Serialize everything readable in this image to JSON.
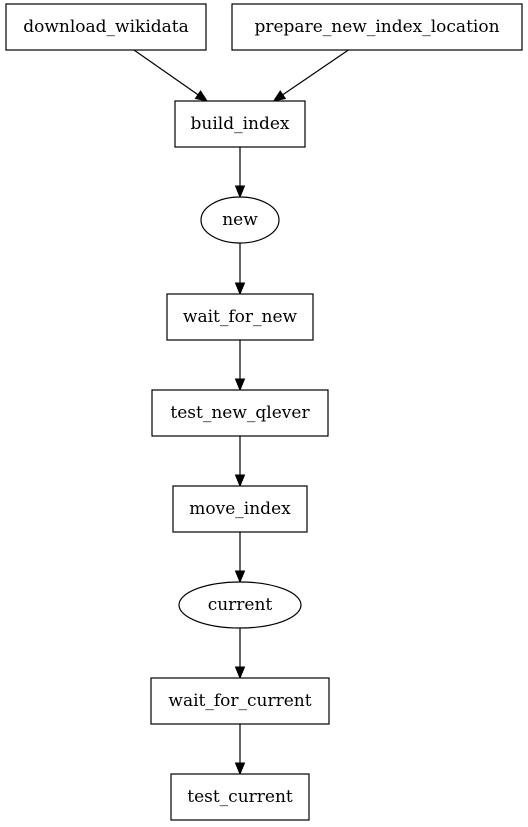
{
  "diagram": {
    "nodes": [
      {
        "id": "download_wikidata",
        "label": "download_wikidata",
        "shape": "box"
      },
      {
        "id": "prepare_new_index_location",
        "label": "prepare_new_index_location",
        "shape": "box"
      },
      {
        "id": "build_index",
        "label": "build_index",
        "shape": "box"
      },
      {
        "id": "new",
        "label": "new",
        "shape": "ellipse"
      },
      {
        "id": "wait_for_new",
        "label": "wait_for_new",
        "shape": "box"
      },
      {
        "id": "test_new_qlever",
        "label": "test_new_qlever",
        "shape": "box"
      },
      {
        "id": "move_index",
        "label": "move_index",
        "shape": "box"
      },
      {
        "id": "current",
        "label": "current",
        "shape": "ellipse"
      },
      {
        "id": "wait_for_current",
        "label": "wait_for_current",
        "shape": "box"
      },
      {
        "id": "test_current",
        "label": "test_current",
        "shape": "box"
      }
    ],
    "edges": [
      {
        "from": "download_wikidata",
        "to": "build_index"
      },
      {
        "from": "prepare_new_index_location",
        "to": "build_index"
      },
      {
        "from": "build_index",
        "to": "new"
      },
      {
        "from": "new",
        "to": "wait_for_new"
      },
      {
        "from": "wait_for_new",
        "to": "test_new_qlever"
      },
      {
        "from": "test_new_qlever",
        "to": "move_index"
      },
      {
        "from": "move_index",
        "to": "current"
      },
      {
        "from": "current",
        "to": "wait_for_current"
      },
      {
        "from": "wait_for_current",
        "to": "test_current"
      }
    ]
  }
}
